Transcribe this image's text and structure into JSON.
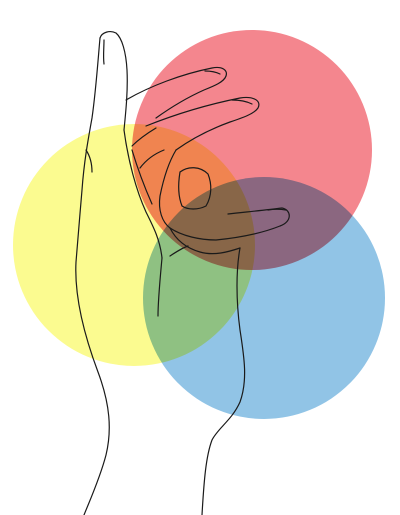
{
  "illustration": {
    "circles": [
      {
        "name": "red-circle",
        "color": "#f4868e"
      },
      {
        "name": "yellow-circle",
        "color": "#fbfb90"
      },
      {
        "name": "blue-circle",
        "color": "#91c4e6"
      }
    ],
    "line_color": "#1a1a1a"
  }
}
